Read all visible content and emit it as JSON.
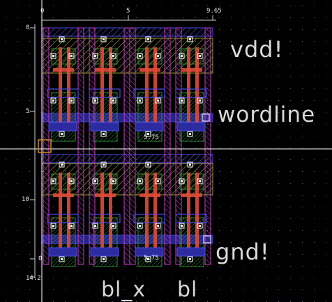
{
  "ruler": {
    "top": [
      "0",
      "5",
      "9.65"
    ],
    "left": [
      "0",
      "5",
      "10",
      "0",
      "14.2"
    ]
  },
  "net_labels": {
    "vdd": "vdd!",
    "wordline": "wordline",
    "gnd": "gnd!",
    "bl_x": "bl_x",
    "bl": "bl"
  },
  "dimensions": [
    "5.75",
    "5.75"
  ],
  "colors": {
    "background": "#000000",
    "grid_dot": "#5a5a7a",
    "crosshair": "#ffffff",
    "metal1": "#4a4ae6",
    "metal2": "#c33cc3",
    "poly": "#e04a3a",
    "diffusion": "#2e8b3a",
    "contact": "#ffffff",
    "nwell": "#9a9a2e",
    "selection": "#d08a2e",
    "label_text": "#d8d8d8"
  }
}
